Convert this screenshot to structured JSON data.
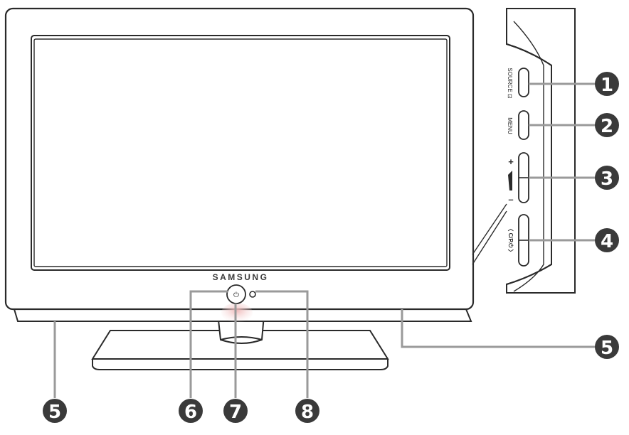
{
  "tv": {
    "brand": "SAMSUNG",
    "power_symbol": "⏻"
  },
  "side_panel": {
    "source_label": "SOURCE ⊡",
    "menu_label": "MENU",
    "volume_plus": "+",
    "volume_minus": "–",
    "channel_label": "〈 C/P.⏻ 〉"
  },
  "callouts": {
    "c1": "1",
    "c2": "2",
    "c3": "3",
    "c4": "4",
    "c5_right": "5",
    "c5_left": "5",
    "c6": "6",
    "c7": "7",
    "c8": "8"
  },
  "colors": {
    "line": "#2a2a2a",
    "leader": "#9a9a9a",
    "callout_fill": "#3a3a3a",
    "callout_text": "#ffffff",
    "glow": "#f2c9c9"
  }
}
